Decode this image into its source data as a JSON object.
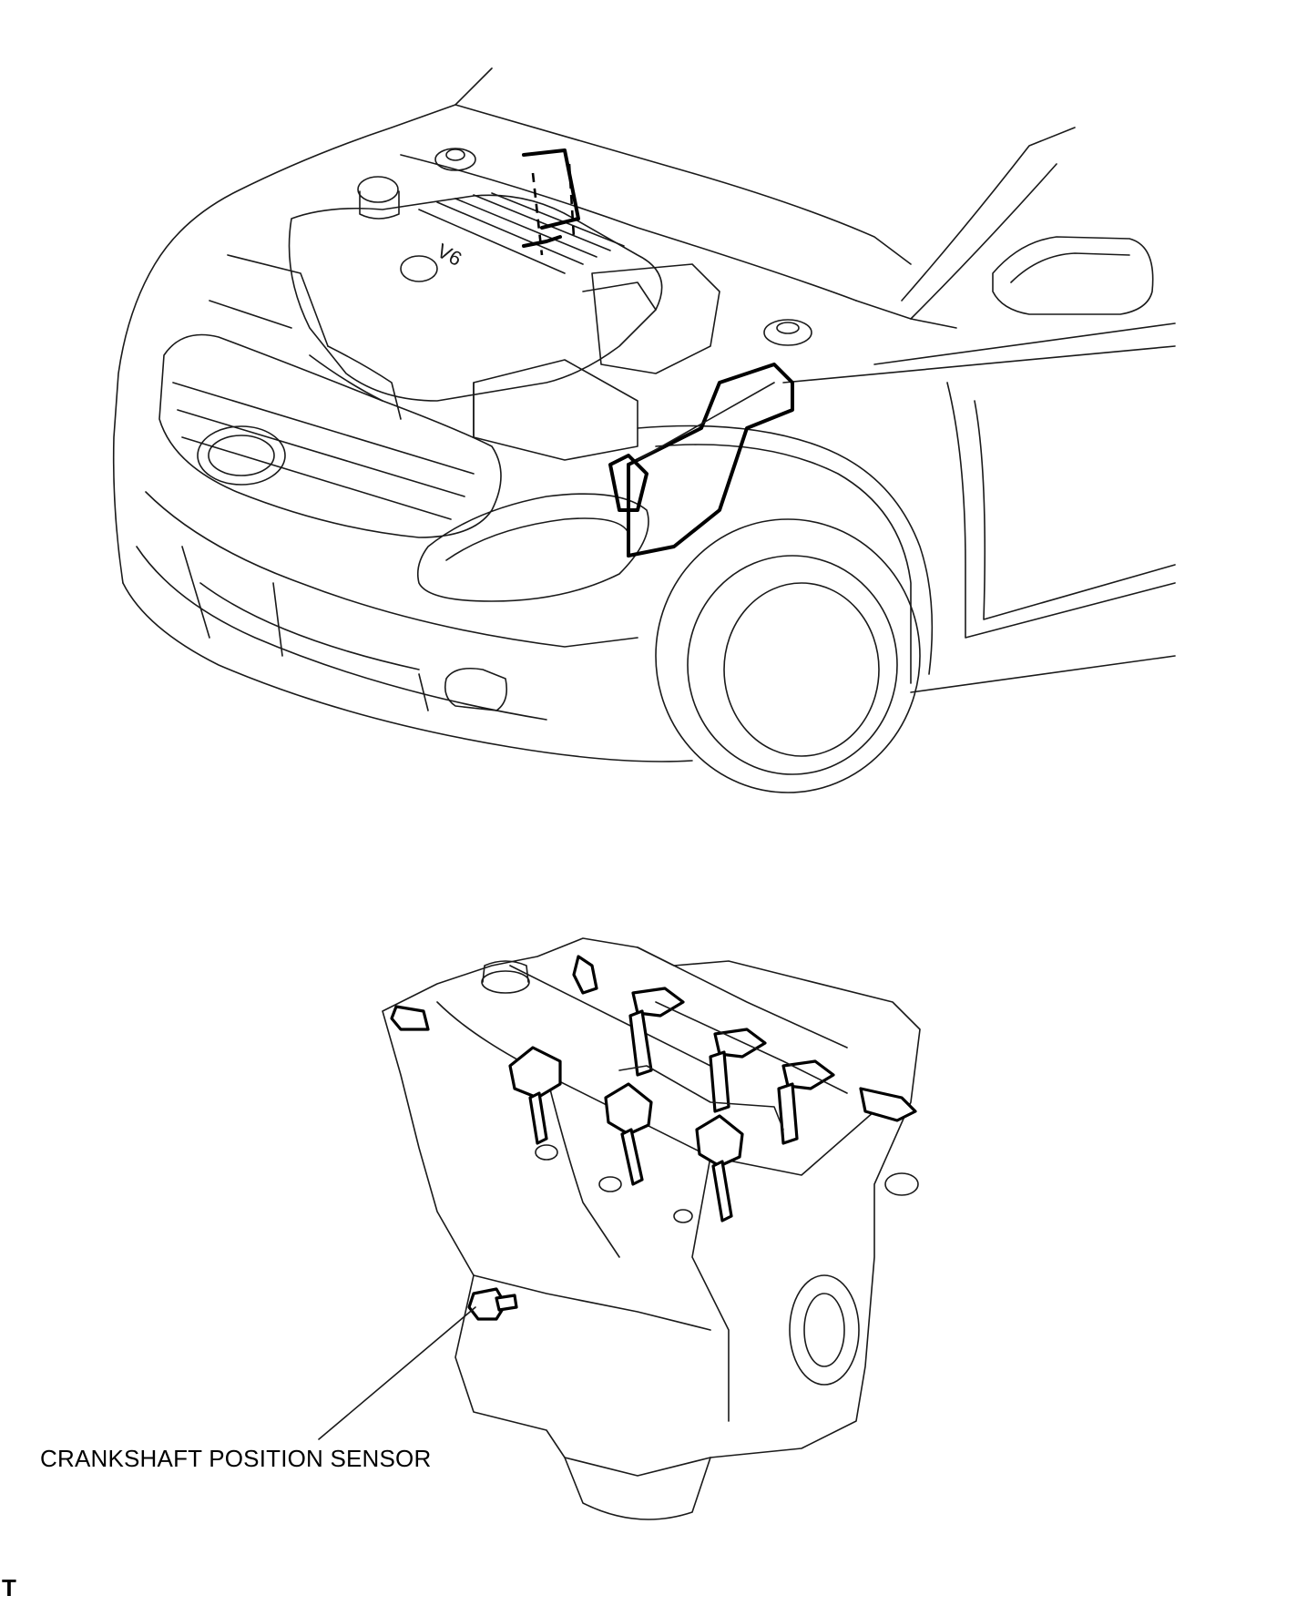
{
  "labels": {
    "crankshaft_sensor": "CRANKSHAFT POSITION SENSOR",
    "engine_badge": "V6",
    "corner_mark": "T"
  }
}
